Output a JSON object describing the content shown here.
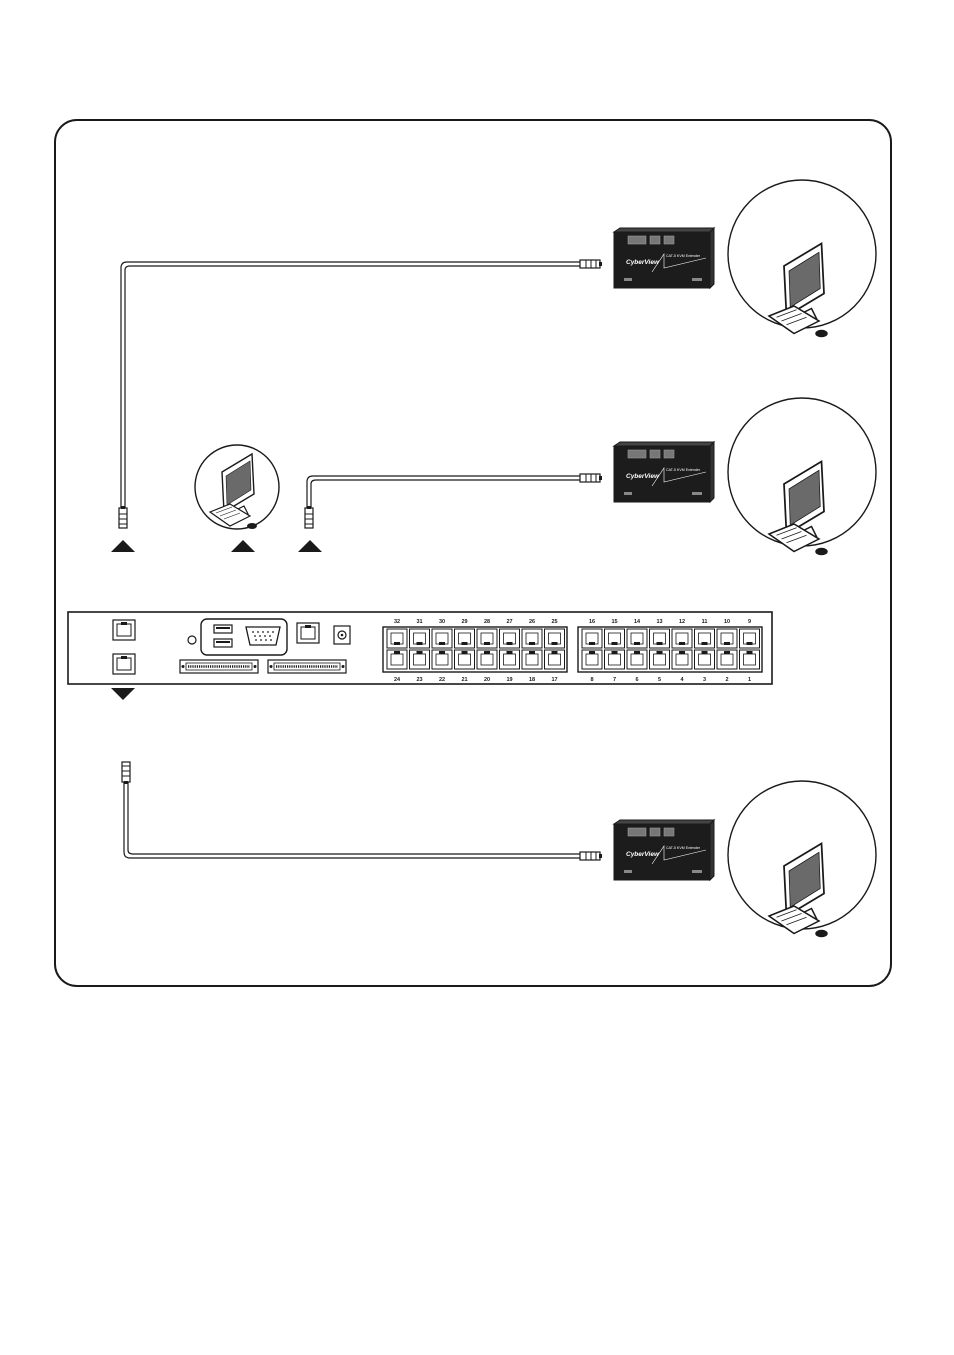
{
  "diagram": {
    "kvm_switch": {
      "ports_top_left": [
        "32",
        "31",
        "30",
        "29",
        "28",
        "27",
        "26",
        "25"
      ],
      "ports_bottom_left": [
        "24",
        "23",
        "22",
        "21",
        "20",
        "19",
        "18",
        "17"
      ],
      "ports_top_right": [
        "16",
        "15",
        "14",
        "13",
        "12",
        "11",
        "10",
        "9"
      ],
      "ports_bottom_right": [
        "8",
        "7",
        "6",
        "5",
        "4",
        "3",
        "2",
        "1"
      ]
    },
    "extender_modules": [
      {
        "brand": "CyberView",
        "lines": [
          "CAT-5 KVM Extender"
        ]
      },
      {
        "brand": "CyberView",
        "lines": [
          "CAT-5 KVM Extender"
        ]
      },
      {
        "brand": "CyberView",
        "lines": [
          "CAT-5 KVM Extender"
        ]
      }
    ],
    "colors": {
      "line": "#1a1a1a",
      "device_body": "#1c1c1c",
      "device_text": "#ffffff",
      "port_fill": "#ffffff"
    }
  }
}
